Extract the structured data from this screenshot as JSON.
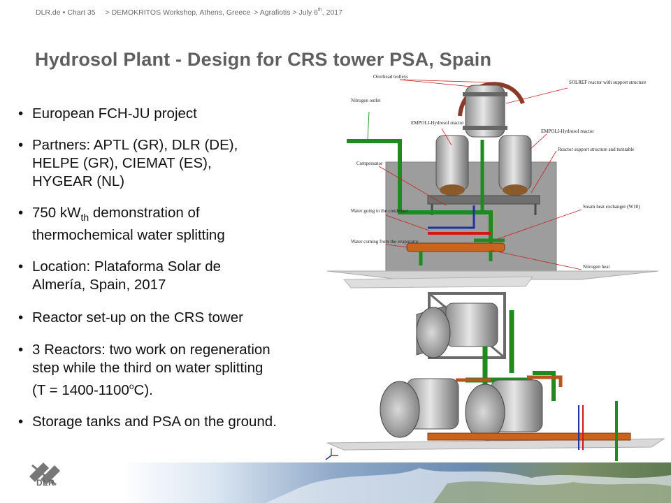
{
  "header": {
    "site": "DLR.de",
    "chart": "Chart 35",
    "breadcrumb1": "> DEMOKRITOS Workshop, Athens, Greece",
    "breadcrumb2": "> Agrafiotis > July 6",
    "breadcrumb2_sup": "th",
    "breadcrumb2_year": ", 2017"
  },
  "title": "Hydrosol Plant - Design for CRS tower PSA, Spain",
  "bullets": {
    "b1": "European FCH-JU project",
    "b2a": "Partners: APTL (GR), DLR (DE),",
    "b2b": "HELPE (GR), CIEMAT (ES),",
    "b2c": "HYGEAR (NL)",
    "b3a": "750 kW",
    "b3a_sub": "th",
    "b3a_rest": " demonstration of",
    "b3b": "thermochemical water splitting",
    "b4a": "Location: Plataforma Solar de",
    "b4b": "Almería, Spain, 2017",
    "b5": "Reactor set-up on the CRS tower",
    "b6a": "3 Reactors: two work on regeneration",
    "b6b": "step while the third on water splitting",
    "b6c_pre": "(T = 1400-1100",
    "b6c_sup": "o",
    "b6c_post": "C).",
    "b7": "Storage tanks and PSA on the ground."
  },
  "figure": {
    "labels": {
      "overhead": "Overhead trolleys",
      "nitrogen_outlet": "Nitrogen outlet",
      "solref": "SOLREF reactor with support structure",
      "empoli_left": "EMPOLI-Hydrosol reactor",
      "empoli_right": "EMPOLI-Hydrosol reactor",
      "support": "Reactor support structure and turntable",
      "compensator": "Compensator",
      "steam_heat": "Steam heat exchanger (W10)",
      "water_condenser": "Water going to the condenser",
      "water_evaporator": "Water coming from the evaporator",
      "nitrogen_heat": "Nitrogen heat"
    }
  },
  "logo": {
    "text": "DLR"
  },
  "colors": {
    "title": "#5f5f5f",
    "header": "#6a6a6a",
    "pipe_green": "#1f8a1f",
    "pipe_orange": "#c8641e",
    "pipe_red": "#d01818",
    "pipe_blue": "#2030a0",
    "wall_gray": "#9a9a9a"
  }
}
